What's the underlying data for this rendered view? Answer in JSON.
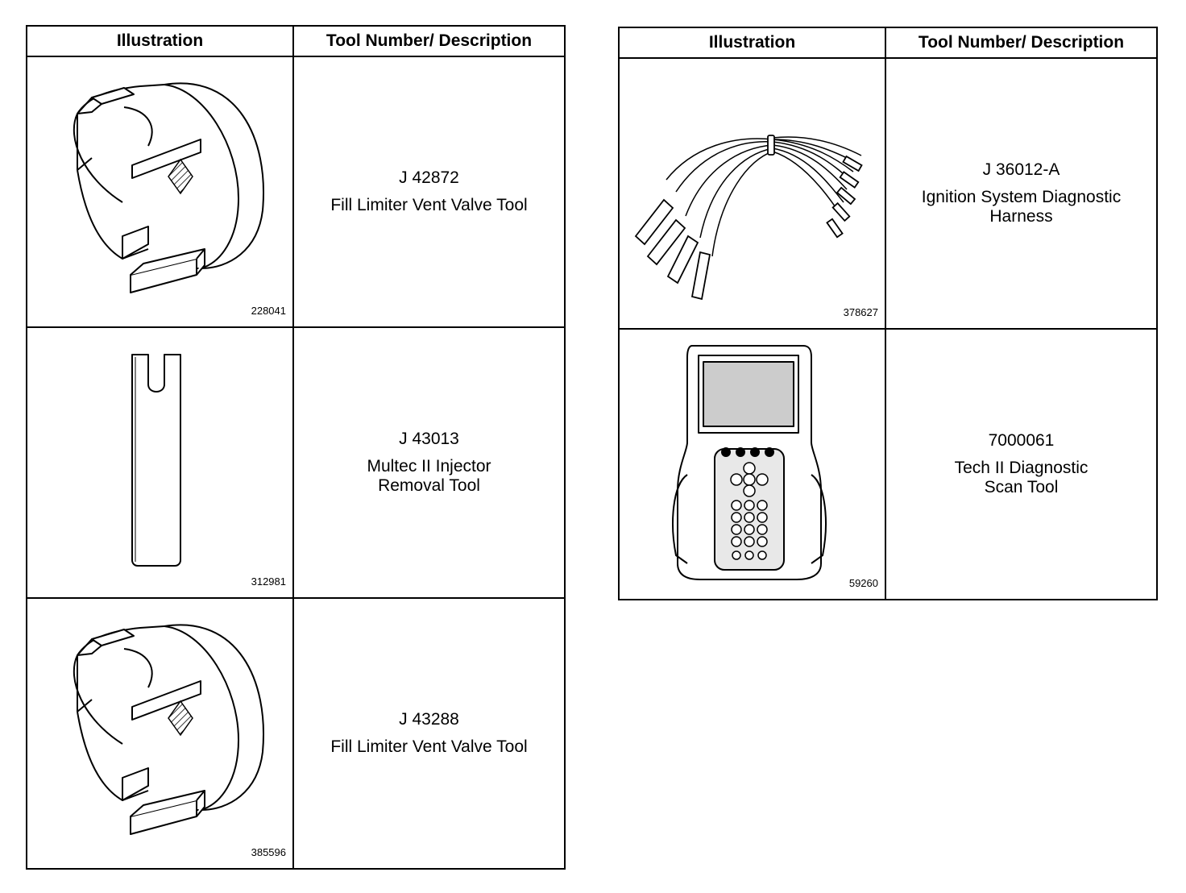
{
  "left_table": {
    "headers": {
      "illustration": "Illustration",
      "description": "Tool Number/ Description"
    },
    "rows": [
      {
        "figure": "228041",
        "tool_number": "J 42872",
        "description": "Fill Limiter Vent Valve Tool",
        "icon": "fill-limiter-tool-icon"
      },
      {
        "figure": "312981",
        "tool_number": "J 43013",
        "description": "Multec II Injector\nRemoval Tool",
        "icon": "injector-removal-tool-icon"
      },
      {
        "figure": "385596",
        "tool_number": "J 43288",
        "description": "Fill Limiter Vent Valve Tool",
        "icon": "fill-limiter-tool-icon"
      }
    ]
  },
  "right_table": {
    "headers": {
      "illustration": "Illustration",
      "description": "Tool Number/ Description"
    },
    "rows": [
      {
        "figure": "378627",
        "tool_number": "J 36012-A",
        "description": "Ignition System Diagnostic\nHarness",
        "icon": "diagnostic-harness-icon"
      },
      {
        "figure": "59260",
        "tool_number": "7000061",
        "description": "Tech II Diagnostic\nScan Tool",
        "icon": "scan-tool-icon"
      }
    ]
  }
}
